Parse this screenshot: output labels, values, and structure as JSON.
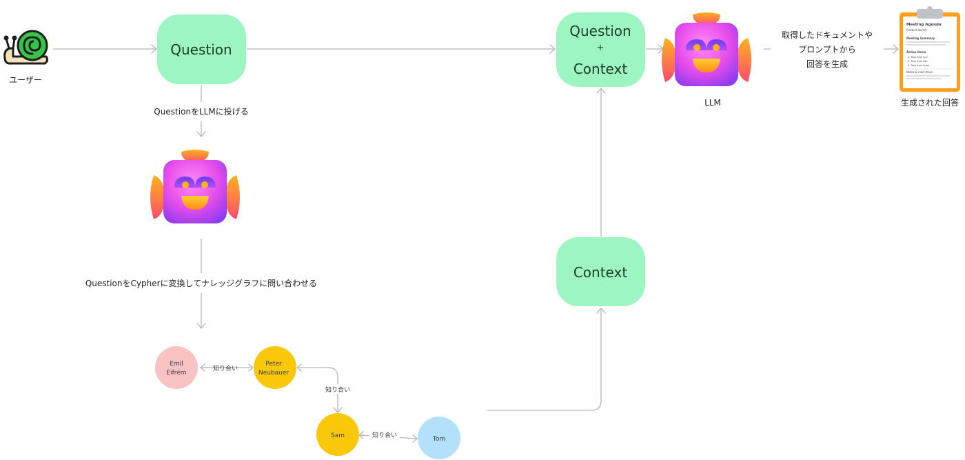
{
  "user": {
    "label": "ユーザー",
    "icon": "snail-icon"
  },
  "question_box": {
    "label": "Question"
  },
  "step1_label": "QuestionをLLMに投げる",
  "step2_label": "QuestionをCypherに変換してナレッジグラフに問い合わせる",
  "combined_box": {
    "line1": "Question",
    "plus": "+",
    "line2": "Context"
  },
  "context_box": {
    "label": "Context"
  },
  "llm": {
    "label": "LLM",
    "icon": "robot-icon"
  },
  "generate_label": {
    "line1": "取得したドキュメントや",
    "line2": "プロンプトから",
    "line3": "回答を生成"
  },
  "answer": {
    "label": "生成された回答",
    "icon": "clipboard-icon",
    "doc_title": "Meeting Agenda",
    "doc_subtitle": "Product launch",
    "section1": "Meeting Summary",
    "section2": "Action items",
    "items": [
      "1. Task item one",
      "2. Task item two",
      "3. Task item three"
    ],
    "section3": "Notes & next steps"
  },
  "graph": {
    "nodes": [
      {
        "id": "emil",
        "line1": "Emil",
        "line2": "Eifrém",
        "color": "#f9c3c3"
      },
      {
        "id": "peter",
        "line1": "Peter",
        "line2": "Neubauer",
        "color": "#f9c80a"
      },
      {
        "id": "sam",
        "line1": "Sam",
        "line2": "",
        "color": "#f9c80a"
      },
      {
        "id": "tom",
        "line1": "Tom",
        "line2": "",
        "color": "#b3e1fb"
      }
    ],
    "edge_label": "知り合い"
  },
  "colors": {
    "box_fill": "#9df5c2",
    "arrow": "#b5b5b5",
    "robot_body": "#e64dea",
    "robot_accent": "#ff9f1c"
  }
}
